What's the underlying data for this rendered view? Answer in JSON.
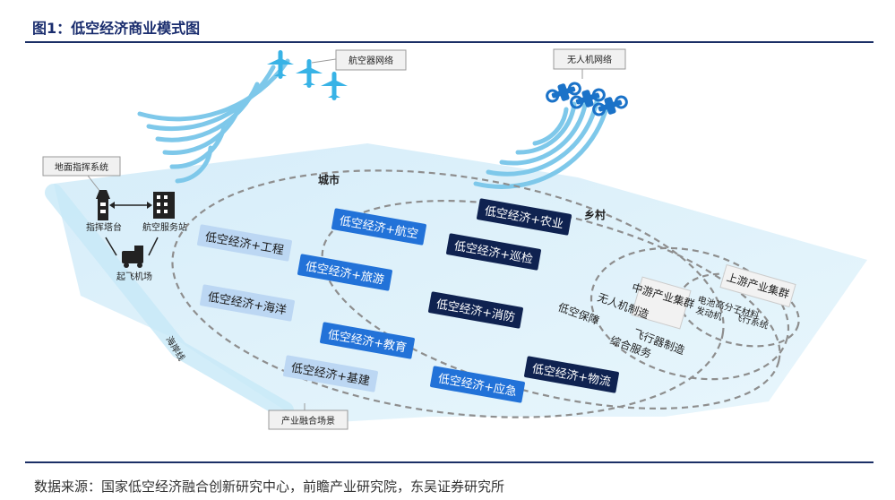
{
  "figure": {
    "title": "图1：低空经济商业模式图",
    "source": "数据来源：国家低空经济融合创新研究中心，前瞻产业研究院，东吴证券研究所"
  },
  "callouts": {
    "aircraft_network": "航空器网络",
    "drone_network": "无人机网络",
    "ground_command": "地面指挥系统",
    "industry_scene": "产业融合场景"
  },
  "ground": {
    "tower": "指挥塔台",
    "service_station": "航空服务站",
    "airport": "起飞机场",
    "coastline": "海岸线"
  },
  "regions": {
    "city": "城市",
    "village": "乡村"
  },
  "scenarios": {
    "engineering": "低空经济+工程",
    "ocean": "低空经济+海洋",
    "infrastructure": "低空经济+基建",
    "aviation": "低空经济+航空",
    "tourism": "低空经济+旅游",
    "education": "低空经济+教育",
    "emergency": "低空经济+应急",
    "agriculture": "低空经济+农业",
    "patrol": "低空经济+巡检",
    "firefighting": "低空经济+消防",
    "logistics": "低空经济+物流"
  },
  "clusters": {
    "midstream": "中游产业集群",
    "upstream": "上游产业集群",
    "mid_items": [
      "无人机制造",
      "飞行器制造",
      "低空保障",
      "综合服务"
    ],
    "up_items": [
      "电池",
      "高分子材料",
      "发动机",
      "飞行系统"
    ]
  },
  "colors": {
    "title": "#1a2d6e",
    "rule": "#1b2f66",
    "ground_plane": "#daf0fa",
    "waves": "#7ec8ea",
    "light_box": "#bcd7f3",
    "mid_box": "#2272d8",
    "dark_box": "#0f2250"
  }
}
